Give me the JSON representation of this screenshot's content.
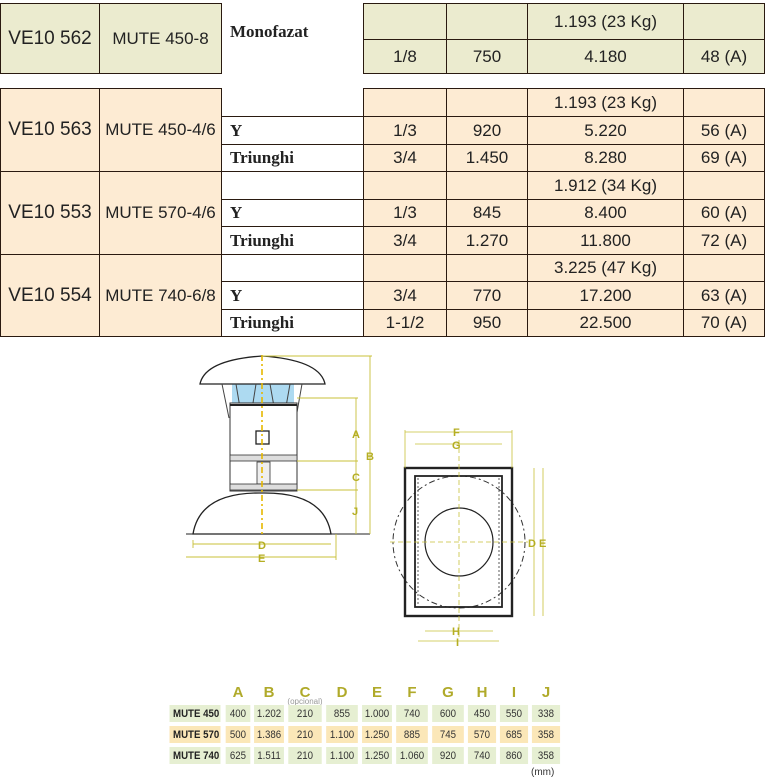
{
  "table_top": {
    "row": {
      "code": "VE10 562",
      "model": "MUTE 450-8",
      "supply": "Monofazat",
      "weight": "1.193 (23 Kg)",
      "hp": "1/8",
      "rpm": "750",
      "flow": "4.180",
      "noise": "48 (A)"
    }
  },
  "table_main": {
    "groups": [
      {
        "code": "VE10 563",
        "model": "MUTE 450-4/6",
        "weight": "1.193 (23 Kg)",
        "rows": [
          {
            "conn": "Y",
            "hp": "1/3",
            "rpm": "920",
            "flow": "5.220",
            "noise": "56 (A)"
          },
          {
            "conn": "Triunghi",
            "hp": "3/4",
            "rpm": "1.450",
            "flow": "8.280",
            "noise": "69 (A)"
          }
        ]
      },
      {
        "code": "VE10 553",
        "model": "MUTE 570-4/6",
        "weight": "1.912 (34 Kg)",
        "rows": [
          {
            "conn": "Y",
            "hp": "1/3",
            "rpm": "845",
            "flow": "8.400",
            "noise": "60 (A)"
          },
          {
            "conn": "Triunghi",
            "hp": "3/4",
            "rpm": "1.270",
            "flow": "11.800",
            "noise": "72 (A)"
          }
        ]
      },
      {
        "code": "VE10 554",
        "model": "MUTE 740-6/8",
        "weight": "3.225 (47 Kg)",
        "rows": [
          {
            "conn": "Y",
            "hp": "3/4",
            "rpm": "770",
            "flow": "17.200",
            "noise": "63 (A)"
          },
          {
            "conn": "Triunghi",
            "hp": "1-1/2",
            "rpm": "950",
            "flow": "22.500",
            "noise": "70 (A)"
          }
        ]
      }
    ]
  },
  "diagram": {
    "side_labels": [
      "A",
      "B",
      "C",
      "J",
      "D",
      "E"
    ],
    "top_labels": [
      "F",
      "G",
      "H",
      "I",
      "D",
      "E"
    ],
    "colors": {
      "dimension": "#c8c03a",
      "grille": "#9fd4ee",
      "outline": "#222222"
    }
  },
  "dimensions": {
    "headers": [
      "A",
      "B",
      "C",
      "D",
      "E",
      "F",
      "G",
      "H",
      "I",
      "J"
    ],
    "c_note": "(opcional)",
    "rows": [
      {
        "name": "MUTE 450",
        "values": [
          "400",
          "1.202",
          "210",
          "855",
          "1.000",
          "740",
          "600",
          "450",
          "550",
          "338"
        ]
      },
      {
        "name": "MUTE 570",
        "values": [
          "500",
          "1.386",
          "210",
          "1.100",
          "1.250",
          "885",
          "745",
          "570",
          "685",
          "358"
        ]
      },
      {
        "name": "MUTE 740",
        "values": [
          "625",
          "1.511",
          "210",
          "1.100",
          "1.250",
          "1.060",
          "920",
          "740",
          "860",
          "358"
        ]
      }
    ],
    "unit": "(mm)"
  }
}
